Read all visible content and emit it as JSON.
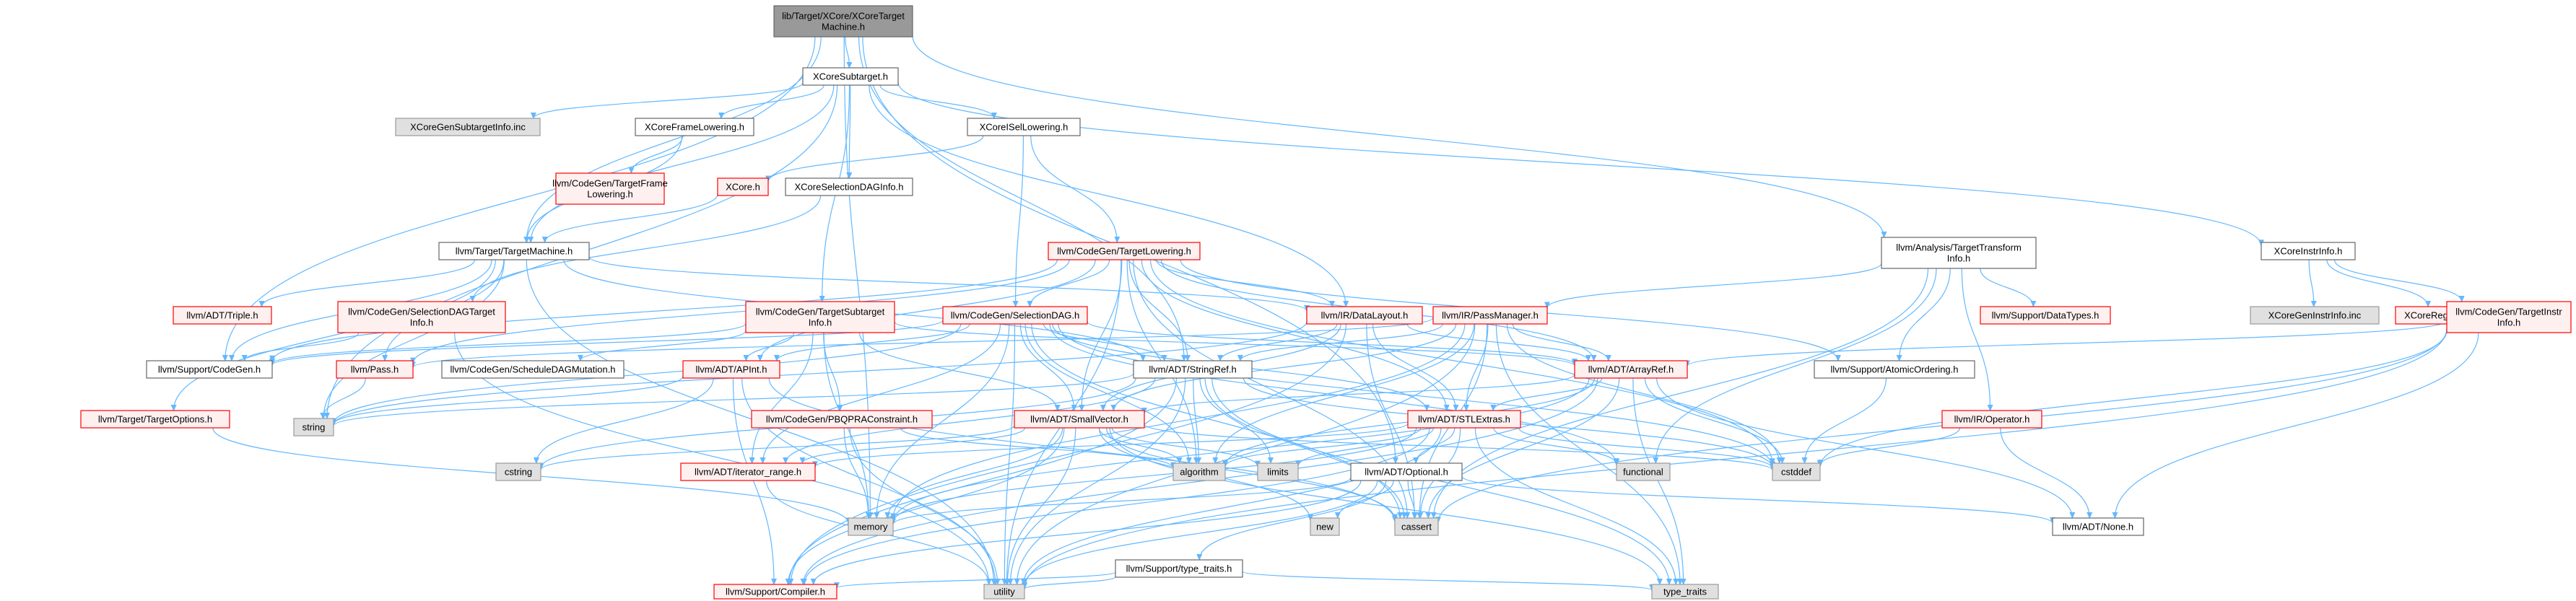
{
  "colors": {
    "edge": "#63b8ff",
    "root_fill": "#999999",
    "normal_fill": "#ffffff",
    "normal_stroke": "#666666",
    "missing_fill": "#fff0f0",
    "missing_stroke": "#ff0000",
    "system_fill": "#e0e0e0",
    "system_stroke": "#999999"
  },
  "nodes": [
    {
      "id": "root",
      "kind": "root",
      "lines": [
        "lib/Target/XCore/XCoreTarget",
        "Machine.h"
      ]
    },
    {
      "id": "subtarget",
      "kind": "normal",
      "lines": [
        "XCoreSubtarget.h"
      ]
    },
    {
      "id": "gensub",
      "kind": "system",
      "lines": [
        "XCoreGenSubtargetInfo.inc"
      ]
    },
    {
      "id": "framelow",
      "kind": "normal",
      "lines": [
        "XCoreFrameLowering.h"
      ]
    },
    {
      "id": "iselow",
      "kind": "normal",
      "lines": [
        "XCoreISelLowering.h"
      ]
    },
    {
      "id": "tfl",
      "kind": "missing",
      "lines": [
        "llvm/CodeGen/TargetFrame",
        "Lowering.h"
      ]
    },
    {
      "id": "xcore",
      "kind": "missing",
      "lines": [
        "XCore.h"
      ]
    },
    {
      "id": "seldag",
      "kind": "normal",
      "lines": [
        "XCoreSelectionDAGInfo.h"
      ]
    },
    {
      "id": "tmach",
      "kind": "normal",
      "lines": [
        "llvm/Target/TargetMachine.h"
      ]
    },
    {
      "id": "tlow",
      "kind": "missing",
      "lines": [
        "llvm/CodeGen/TargetLowering.h"
      ]
    },
    {
      "id": "tti",
      "kind": "normal",
      "lines": [
        "llvm/Analysis/TargetTransform",
        "Info.h"
      ]
    },
    {
      "id": "instrinfo",
      "kind": "normal",
      "lines": [
        "XCoreInstrInfo.h"
      ]
    },
    {
      "id": "triple",
      "kind": "missing",
      "lines": [
        "llvm/ADT/Triple.h"
      ]
    },
    {
      "id": "sdtinfo",
      "kind": "missing",
      "lines": [
        "llvm/CodeGen/SelectionDAGTarget",
        "Info.h"
      ]
    },
    {
      "id": "tsinfo",
      "kind": "missing",
      "lines": [
        "llvm/CodeGen/TargetSubtarget",
        "Info.h"
      ]
    },
    {
      "id": "seldagh",
      "kind": "missing",
      "lines": [
        "llvm/CodeGen/SelectionDAG.h"
      ]
    },
    {
      "id": "datalayout",
      "kind": "missing",
      "lines": [
        "llvm/IR/DataLayout.h"
      ]
    },
    {
      "id": "passmgr",
      "kind": "missing",
      "lines": [
        "llvm/IR/PassManager.h"
      ]
    },
    {
      "id": "datatypes",
      "kind": "missing",
      "lines": [
        "llvm/Support/DataTypes.h"
      ]
    },
    {
      "id": "geninstr",
      "kind": "system",
      "lines": [
        "XCoreGenInstrInfo.inc"
      ]
    },
    {
      "id": "reginfo",
      "kind": "missing",
      "lines": [
        "XCoreRegisterInfo.h"
      ]
    },
    {
      "id": "tii",
      "kind": "missing",
      "lines": [
        "llvm/CodeGen/TargetInstr",
        "Info.h"
      ]
    },
    {
      "id": "codegen",
      "kind": "normal",
      "lines": [
        "llvm/Support/CodeGen.h"
      ]
    },
    {
      "id": "pass",
      "kind": "missing",
      "lines": [
        "llvm/Pass.h"
      ]
    },
    {
      "id": "sdm",
      "kind": "normal",
      "lines": [
        "llvm/CodeGen/ScheduleDAGMutation.h"
      ]
    },
    {
      "id": "apint",
      "kind": "missing",
      "lines": [
        "llvm/ADT/APInt.h"
      ]
    },
    {
      "id": "stringref",
      "kind": "normal",
      "lines": [
        "llvm/ADT/StringRef.h"
      ]
    },
    {
      "id": "atomic",
      "kind": "normal",
      "lines": [
        "llvm/Support/AtomicOrdering.h"
      ]
    },
    {
      "id": "arrayref",
      "kind": "missing",
      "lines": [
        "llvm/ADT/ArrayRef.h"
      ]
    },
    {
      "id": "topts",
      "kind": "missing",
      "lines": [
        "llvm/Target/TargetOptions.h"
      ]
    },
    {
      "id": "string",
      "kind": "system",
      "lines": [
        "string"
      ]
    },
    {
      "id": "pbqp",
      "kind": "missing",
      "lines": [
        "llvm/CodeGen/PBQPRAConstraint.h"
      ]
    },
    {
      "id": "smallvec",
      "kind": "missing",
      "lines": [
        "llvm/ADT/SmallVector.h"
      ]
    },
    {
      "id": "stlextras",
      "kind": "missing",
      "lines": [
        "llvm/ADT/STLExtras.h"
      ]
    },
    {
      "id": "operator",
      "kind": "missing",
      "lines": [
        "llvm/IR/Operator.h"
      ]
    },
    {
      "id": "cstring",
      "kind": "system",
      "lines": [
        "cstring"
      ]
    },
    {
      "id": "iterrange",
      "kind": "missing",
      "lines": [
        "llvm/ADT/iterator_range.h"
      ]
    },
    {
      "id": "algorithm",
      "kind": "system",
      "lines": [
        "algorithm"
      ]
    },
    {
      "id": "limits",
      "kind": "system",
      "lines": [
        "limits"
      ]
    },
    {
      "id": "optional",
      "kind": "normal",
      "lines": [
        "llvm/ADT/Optional.h"
      ]
    },
    {
      "id": "functional",
      "kind": "system",
      "lines": [
        "functional"
      ]
    },
    {
      "id": "cstddef",
      "kind": "system",
      "lines": [
        "cstddef"
      ]
    },
    {
      "id": "memory",
      "kind": "system",
      "lines": [
        "memory"
      ]
    },
    {
      "id": "new",
      "kind": "system",
      "lines": [
        "new"
      ]
    },
    {
      "id": "cassert",
      "kind": "system",
      "lines": [
        "cassert"
      ]
    },
    {
      "id": "none",
      "kind": "normal",
      "lines": [
        "llvm/ADT/None.h"
      ]
    },
    {
      "id": "typetraits",
      "kind": "normal",
      "lines": [
        "llvm/Support/type_traits.h"
      ]
    },
    {
      "id": "compiler",
      "kind": "missing",
      "lines": [
        "llvm/Support/Compiler.h"
      ]
    },
    {
      "id": "utility",
      "kind": "system",
      "lines": [
        "utility"
      ]
    },
    {
      "id": "type_traits",
      "kind": "system",
      "lines": [
        "type_traits"
      ]
    }
  ],
  "edges": [
    [
      "root",
      "subtarget"
    ],
    [
      "root",
      "tmach"
    ],
    [
      "root",
      "codegen"
    ],
    [
      "root",
      "stringref"
    ],
    [
      "root",
      "tti"
    ],
    [
      "root",
      "optional"
    ],
    [
      "root",
      "memory"
    ],
    [
      "subtarget",
      "gensub"
    ],
    [
      "subtarget",
      "framelow"
    ],
    [
      "subtarget",
      "iselow"
    ],
    [
      "subtarget",
      "seldag"
    ],
    [
      "subtarget",
      "instrinfo"
    ],
    [
      "subtarget",
      "tsinfo"
    ],
    [
      "subtarget",
      "datalayout"
    ],
    [
      "subtarget",
      "tmach"
    ],
    [
      "subtarget",
      "string"
    ],
    [
      "framelow",
      "tfl"
    ],
    [
      "framelow",
      "tmach"
    ],
    [
      "iselow",
      "xcore"
    ],
    [
      "iselow",
      "tlow"
    ],
    [
      "iselow",
      "seldagh"
    ],
    [
      "xcore",
      "tmach"
    ],
    [
      "seldag",
      "sdtinfo"
    ],
    [
      "tmach",
      "triple"
    ],
    [
      "tmach",
      "datalayout"
    ],
    [
      "tmach",
      "stringref"
    ],
    [
      "tmach",
      "codegen"
    ],
    [
      "tmach",
      "pass"
    ],
    [
      "tmach",
      "topts"
    ],
    [
      "tmach",
      "string"
    ],
    [
      "tmach",
      "utility"
    ],
    [
      "sdtinfo",
      "codegen"
    ],
    [
      "sdtinfo",
      "utility"
    ],
    [
      "tlow",
      "seldagh"
    ],
    [
      "tlow",
      "datalayout"
    ],
    [
      "tlow",
      "arrayref"
    ],
    [
      "tlow",
      "stringref"
    ],
    [
      "tlow",
      "smallvec"
    ],
    [
      "tlow",
      "stlextras"
    ],
    [
      "tlow",
      "apint"
    ],
    [
      "tlow",
      "atomic"
    ],
    [
      "tlow",
      "codegen"
    ],
    [
      "tlow",
      "pass"
    ],
    [
      "tlow",
      "algorithm"
    ],
    [
      "tlow",
      "cassert"
    ],
    [
      "tlow",
      "cstddef"
    ],
    [
      "tlow",
      "utility"
    ],
    [
      "tsinfo",
      "arrayref"
    ],
    [
      "tsinfo",
      "smallvec"
    ],
    [
      "tsinfo",
      "codegen"
    ],
    [
      "tsinfo",
      "sdm"
    ],
    [
      "tsinfo",
      "pbqp"
    ],
    [
      "tsinfo",
      "apint"
    ],
    [
      "tsinfo",
      "memory"
    ],
    [
      "tsinfo",
      "iterrange"
    ],
    [
      "seldagh",
      "arrayref"
    ],
    [
      "seldagh",
      "stringref"
    ],
    [
      "seldagh",
      "smallvec"
    ],
    [
      "seldagh",
      "stlextras"
    ],
    [
      "seldagh",
      "apint"
    ],
    [
      "seldagh",
      "codegen"
    ],
    [
      "seldagh",
      "algorithm"
    ],
    [
      "seldagh",
      "cassert"
    ],
    [
      "seldagh",
      "cstddef"
    ],
    [
      "seldagh",
      "functional"
    ],
    [
      "seldagh",
      "memory"
    ],
    [
      "seldagh",
      "string"
    ],
    [
      "seldagh",
      "utility"
    ],
    [
      "seldagh",
      "iterrange"
    ],
    [
      "datalayout",
      "arrayref"
    ],
    [
      "datalayout",
      "stringref"
    ],
    [
      "datalayout",
      "stlextras"
    ],
    [
      "datalayout",
      "smallvec"
    ],
    [
      "datalayout",
      "cassert"
    ],
    [
      "datalayout",
      "string"
    ],
    [
      "datalayout",
      "compiler"
    ],
    [
      "tti",
      "passmgr"
    ],
    [
      "tti",
      "datatypes"
    ],
    [
      "tti",
      "atomic"
    ],
    [
      "tti",
      "operator"
    ],
    [
      "tti",
      "functional"
    ],
    [
      "tti",
      "cassert"
    ],
    [
      "passmgr",
      "stringref"
    ],
    [
      "passmgr",
      "smallvec"
    ],
    [
      "passmgr",
      "stlextras"
    ],
    [
      "passmgr",
      "arrayref"
    ],
    [
      "passmgr",
      "pass"
    ],
    [
      "passmgr",
      "algorithm"
    ],
    [
      "passmgr",
      "cassert"
    ],
    [
      "passmgr",
      "cstddef"
    ],
    [
      "passmgr",
      "memory"
    ],
    [
      "passmgr",
      "utility"
    ],
    [
      "passmgr",
      "type_traits"
    ],
    [
      "instrinfo",
      "geninstr"
    ],
    [
      "instrinfo",
      "reginfo"
    ],
    [
      "instrinfo",
      "tii"
    ],
    [
      "tii",
      "arrayref"
    ],
    [
      "tii",
      "none"
    ],
    [
      "tii",
      "cassert"
    ],
    [
      "tii",
      "cstddef"
    ],
    [
      "tii",
      "utility"
    ],
    [
      "pass",
      "string"
    ],
    [
      "apint",
      "compiler"
    ],
    [
      "apint",
      "cassert"
    ],
    [
      "apint",
      "string"
    ],
    [
      "apint",
      "utility"
    ],
    [
      "apint",
      "cstring"
    ],
    [
      "stringref",
      "iterrange"
    ],
    [
      "stringref",
      "compiler"
    ],
    [
      "stringref",
      "algorithm"
    ],
    [
      "stringref",
      "cassert"
    ],
    [
      "stringref",
      "cstddef"
    ],
    [
      "stringref",
      "cstring"
    ],
    [
      "stringref",
      "limits"
    ],
    [
      "stringref",
      "string"
    ],
    [
      "stringref",
      "type_traits"
    ],
    [
      "stringref",
      "utility"
    ],
    [
      "atomic",
      "cstddef"
    ],
    [
      "arrayref",
      "smallvec"
    ],
    [
      "arrayref",
      "stlextras"
    ],
    [
      "arrayref",
      "none"
    ],
    [
      "arrayref",
      "compiler"
    ],
    [
      "arrayref",
      "algorithm"
    ],
    [
      "arrayref",
      "cassert"
    ],
    [
      "arrayref",
      "cstddef"
    ],
    [
      "arrayref",
      "memory"
    ],
    [
      "arrayref",
      "type_traits"
    ],
    [
      "topts",
      "memory"
    ],
    [
      "pbqp",
      "algorithm"
    ],
    [
      "pbqp",
      "memory"
    ],
    [
      "pbqp",
      "utility"
    ],
    [
      "smallvec",
      "iterrange"
    ],
    [
      "smallvec",
      "compiler"
    ],
    [
      "smallvec",
      "type_traits"
    ],
    [
      "smallvec",
      "algorithm"
    ],
    [
      "smallvec",
      "cassert"
    ],
    [
      "smallvec",
      "cstddef"
    ],
    [
      "smallvec",
      "cstring"
    ],
    [
      "smallvec",
      "limits"
    ],
    [
      "smallvec",
      "memory"
    ],
    [
      "smallvec",
      "new"
    ],
    [
      "smallvec",
      "utility"
    ],
    [
      "stlextras",
      "iterrange"
    ],
    [
      "stlextras",
      "optional"
    ],
    [
      "stlextras",
      "compiler"
    ],
    [
      "stlextras",
      "algorithm"
    ],
    [
      "stlextras",
      "cassert"
    ],
    [
      "stlextras",
      "cstddef"
    ],
    [
      "stlextras",
      "functional"
    ],
    [
      "stlextras",
      "limits"
    ],
    [
      "stlextras",
      "memory"
    ],
    [
      "stlextras",
      "type_traits"
    ],
    [
      "stlextras",
      "utility"
    ],
    [
      "operator",
      "cstddef"
    ],
    [
      "operator",
      "none"
    ],
    [
      "iterrange",
      "utility"
    ],
    [
      "optional",
      "none"
    ],
    [
      "optional",
      "typetraits"
    ],
    [
      "optional",
      "compiler"
    ],
    [
      "optional",
      "cassert"
    ],
    [
      "optional",
      "memory"
    ],
    [
      "optional",
      "new"
    ],
    [
      "optional",
      "utility"
    ],
    [
      "typetraits",
      "compiler"
    ],
    [
      "typetraits",
      "type_traits"
    ],
    [
      "typetraits",
      "utility"
    ]
  ]
}
